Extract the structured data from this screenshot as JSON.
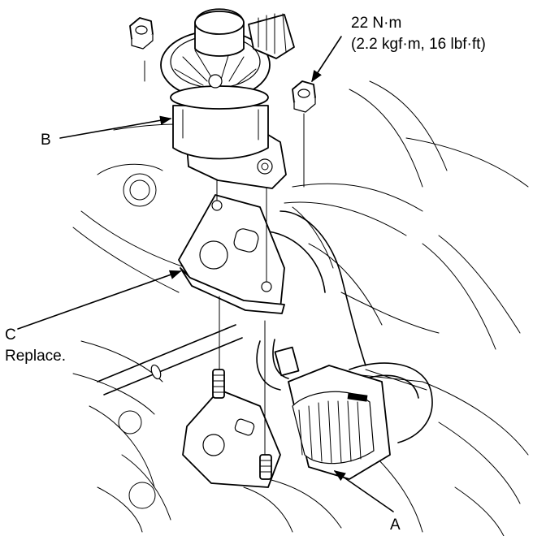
{
  "labels": {
    "a": "A",
    "b": "B",
    "c": "C",
    "c_note": "Replace.",
    "torque_line1": "22 N·m",
    "torque_line2": "(2.2 kgf·m, 16 lbf·ft)"
  },
  "colors": {
    "ink": "#000000",
    "paper": "#ffffff"
  }
}
